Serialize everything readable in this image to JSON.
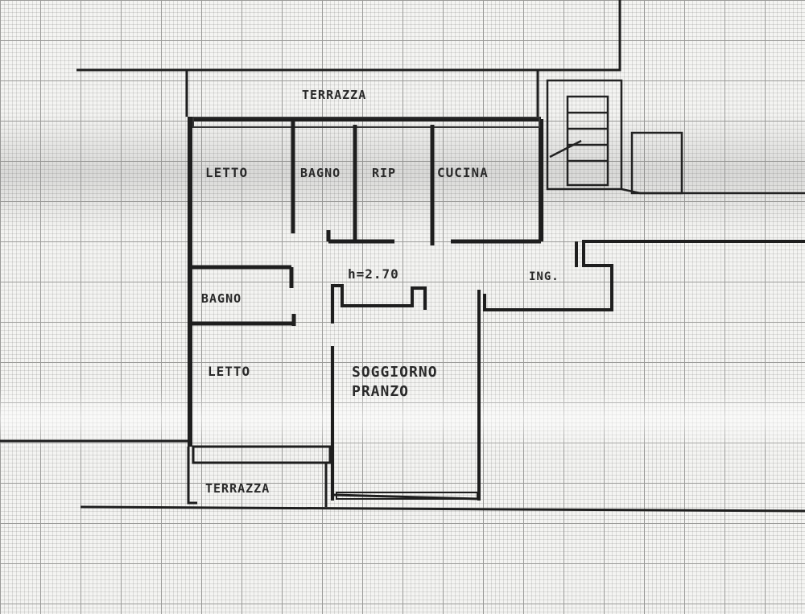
{
  "floor_plan": {
    "rooms": {
      "terrazza_top": "TERRAZZA",
      "letto_top": "LETTO",
      "bagno_top": "BAGNO",
      "rip": "RIP",
      "cucina": "CUCINA",
      "height_note": "h=2.70",
      "ingresso": "ING.",
      "bagno_left": "BAGNO",
      "letto_bottom": "LETTO",
      "soggiorno_line1": "SOGGIORNO",
      "soggiorno_line2": "PRANZO",
      "terrazza_bottom": "TERRAZZA"
    }
  }
}
